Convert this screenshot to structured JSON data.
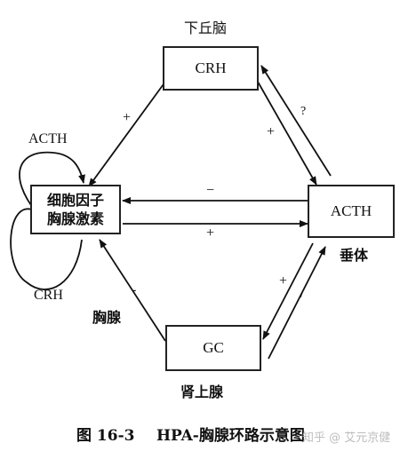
{
  "nodes": {
    "hypothalamus": {
      "box": "CRH",
      "label": "下丘脑"
    },
    "thymus": {
      "line1": "细胞因子",
      "line2": "胸腺激素",
      "label": "胸腺"
    },
    "pituitary": {
      "box": "ACTH",
      "label": "垂体"
    },
    "adrenal": {
      "box": "GC",
      "label": "肾上腺"
    }
  },
  "loop_labels": {
    "top": "ACTH",
    "bottom": "CRH"
  },
  "edge_signs": {
    "hypo_to_thymus": "+",
    "hypo_to_pituitary": "+",
    "pituitary_to_hypo": "?",
    "pituitary_to_thymus": "−",
    "thymus_to_pituitary": "+",
    "pituitary_to_adrenal": "+",
    "adrenal_to_pituitary": "/",
    "adrenal_to_thymus": "-"
  },
  "caption": {
    "figure": "图 16-3",
    "title": "HPA-胸腺环路示意图"
  },
  "watermark": "知乎 @ 艾元京健"
}
